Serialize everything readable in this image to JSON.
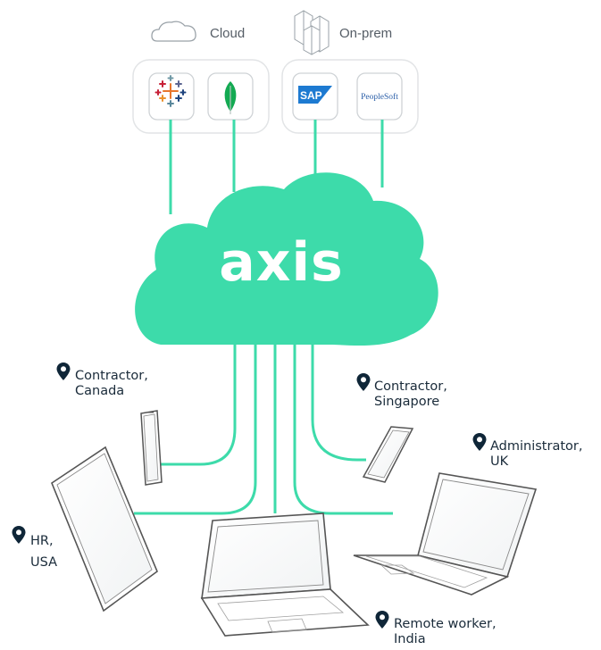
{
  "header": {
    "cloud_label": "Cloud",
    "onprem_label": "On-prem"
  },
  "apps": {
    "tableau_icon": "tableau-icon",
    "mongodb_icon": "mongodb-leaf-icon",
    "sap_text": "SAP",
    "peoplesoft_text": "PeopleSoft"
  },
  "hub": {
    "brand": "axis"
  },
  "locations": [
    {
      "line1": "Contractor,",
      "line2": "Canada"
    },
    {
      "line1": "Contractor,",
      "line2": "Singapore"
    },
    {
      "line1": "Administrator,",
      "line2": "UK"
    },
    {
      "line1": "HR,",
      "line2": "USA"
    },
    {
      "line1": "Remote worker,",
      "line2": "India"
    }
  ],
  "colors": {
    "accent": "#3ddbaa",
    "pin": "#0f2638",
    "outline": "#555555"
  }
}
